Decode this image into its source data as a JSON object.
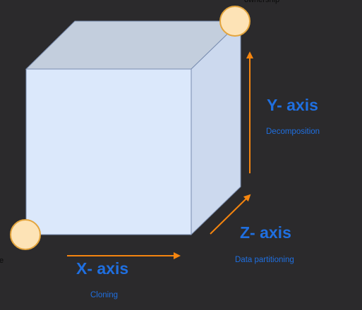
{
  "diagram": {
    "colors": {
      "background": "#2b2a2c",
      "cube_front": "#dbe8fb",
      "cube_top": "#c3cedd",
      "cube_side": "#ccd9ee",
      "cube_edge": "#7a8db0",
      "arrow": "#f5850f",
      "axis_label": "#1f6fe0",
      "node_fill": "#fde3b6",
      "node_stroke": "#e3a43d"
    },
    "top_right_node_text": "ownership",
    "bottom_left_node_text": "e",
    "axes": {
      "x": {
        "title": "X- axis",
        "subtitle": "Cloning"
      },
      "y": {
        "title": "Y- axis",
        "subtitle": "Decomposition"
      },
      "z": {
        "title": "Z- axis",
        "subtitle": "Data partitioning"
      }
    }
  }
}
